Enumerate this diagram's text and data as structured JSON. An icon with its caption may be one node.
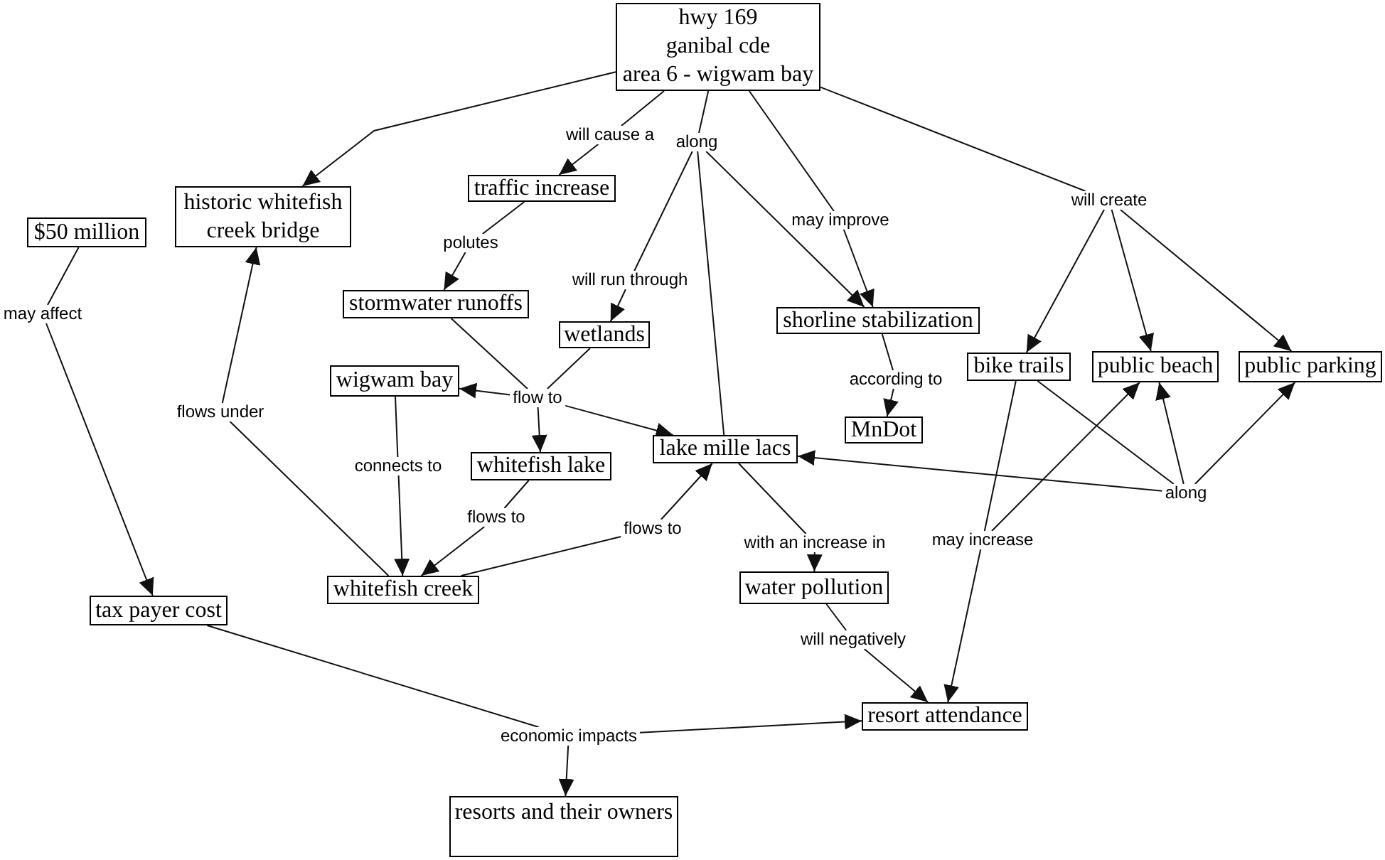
{
  "diagram": {
    "nodes": [
      {
        "text": [
          "hwy 169",
          "ganibal cde",
          "area 6 - wigwam bay"
        ]
      },
      {
        "text": [
          "will cause a"
        ]
      },
      {
        "text": [
          "along"
        ]
      },
      {
        "text": [
          "historic whitefish creek bridge"
        ]
      },
      {
        "text": [
          "traffic increase"
        ]
      },
      {
        "text": [
          "will create"
        ]
      },
      {
        "text": [
          "may improve"
        ]
      },
      {
        "text": [
          "$50 million"
        ]
      },
      {
        "text": [
          "polutes"
        ]
      },
      {
        "text": [
          "will run through"
        ]
      },
      {
        "text": [
          "stormwater runoffs"
        ]
      },
      {
        "text": [
          "shorline stabilization"
        ]
      },
      {
        "text": [
          "may affect"
        ]
      },
      {
        "text": [
          "wetlands"
        ]
      },
      {
        "text": [
          "bike trails"
        ]
      },
      {
        "text": [
          "public beach"
        ]
      },
      {
        "text": [
          "public parking"
        ]
      },
      {
        "text": [
          "wigwam bay"
        ]
      },
      {
        "text": [
          "according to"
        ]
      },
      {
        "text": [
          "flow to"
        ]
      },
      {
        "text": [
          "flows under"
        ]
      },
      {
        "text": [
          "MnDot"
        ]
      },
      {
        "text": [
          "lake mille lacs"
        ]
      },
      {
        "text": [
          "whitefish lake"
        ]
      },
      {
        "text": [
          "connects to"
        ]
      },
      {
        "text": [
          "along"
        ]
      },
      {
        "text": [
          "flows to"
        ]
      },
      {
        "text": [
          "flows to"
        ]
      },
      {
        "text": [
          "with an increase in"
        ]
      },
      {
        "text": [
          "may increase"
        ]
      },
      {
        "text": [
          "water pollution"
        ]
      },
      {
        "text": [
          "whitefish creek"
        ]
      },
      {
        "text": [
          "tax payer cost"
        ]
      },
      {
        "text": [
          "will negatively"
        ]
      },
      {
        "text": [
          "resort attendance"
        ]
      },
      {
        "text": [
          "economic impacts"
        ]
      },
      {
        "text": [
          "resorts and their owners"
        ]
      }
    ],
    "edges": [
      {
        "from": 0,
        "to": 3,
        "arrow": "to"
      },
      {
        "from": 0,
        "to": 1,
        "arrow": "none"
      },
      {
        "from": 1,
        "to": 4,
        "arrow": "to"
      },
      {
        "from": 0,
        "to": 2,
        "arrow": "none"
      },
      {
        "from": 2,
        "to": 9,
        "arrow": "none"
      },
      {
        "from": 2,
        "to": 22,
        "arrow": "none"
      },
      {
        "from": 2,
        "to": 11,
        "arrow": "to"
      },
      {
        "from": 0,
        "to": 6,
        "arrow": "none"
      },
      {
        "from": 6,
        "to": 11,
        "arrow": "to"
      },
      {
        "from": 0,
        "to": 5,
        "arrow": "none"
      },
      {
        "from": 5,
        "to": 14,
        "arrow": "to"
      },
      {
        "from": 5,
        "to": 15,
        "arrow": "to"
      },
      {
        "from": 5,
        "to": 16,
        "arrow": "to"
      },
      {
        "from": 4,
        "to": 8,
        "arrow": "none"
      },
      {
        "from": 8,
        "to": 10,
        "arrow": "to"
      },
      {
        "from": 9,
        "to": 13,
        "arrow": "to"
      },
      {
        "from": 7,
        "to": 12,
        "arrow": "none"
      },
      {
        "from": 12,
        "to": 32,
        "arrow": "to"
      },
      {
        "from": 10,
        "to": 19,
        "arrow": "none"
      },
      {
        "from": 13,
        "to": 19,
        "arrow": "none"
      },
      {
        "from": 19,
        "to": 17,
        "arrow": "to"
      },
      {
        "from": 19,
        "to": 23,
        "arrow": "to"
      },
      {
        "from": 19,
        "to": 22,
        "arrow": "to"
      },
      {
        "from": 11,
        "to": 18,
        "arrow": "none"
      },
      {
        "from": 18,
        "to": 21,
        "arrow": "to"
      },
      {
        "from": 31,
        "to": 20,
        "arrow": "none"
      },
      {
        "from": 20,
        "to": 3,
        "arrow": "to"
      },
      {
        "from": 17,
        "to": 24,
        "arrow": "none"
      },
      {
        "from": 24,
        "to": 31,
        "arrow": "to"
      },
      {
        "from": 23,
        "to": 26,
        "arrow": "none"
      },
      {
        "from": 26,
        "to": 31,
        "arrow": "to"
      },
      {
        "from": 31,
        "to": 27,
        "arrow": "none"
      },
      {
        "from": 27,
        "to": 22,
        "arrow": "to"
      },
      {
        "from": 14,
        "to": 25,
        "arrow": "none"
      },
      {
        "from": 25,
        "to": 15,
        "arrow": "to"
      },
      {
        "from": 25,
        "to": 16,
        "arrow": "to"
      },
      {
        "from": 25,
        "to": 22,
        "arrow": "to"
      },
      {
        "from": 14,
        "to": 29,
        "arrow": "none"
      },
      {
        "from": 29,
        "to": 15,
        "arrow": "to"
      },
      {
        "from": 29,
        "to": 34,
        "arrow": "to"
      },
      {
        "from": 22,
        "to": 28,
        "arrow": "none"
      },
      {
        "from": 28,
        "to": 30,
        "arrow": "to"
      },
      {
        "from": 30,
        "to": 33,
        "arrow": "none"
      },
      {
        "from": 33,
        "to": 34,
        "arrow": "to"
      },
      {
        "from": 32,
        "to": 35,
        "arrow": "none"
      },
      {
        "from": 35,
        "to": 34,
        "arrow": "to"
      },
      {
        "from": 35,
        "to": 36,
        "arrow": "to"
      }
    ]
  }
}
